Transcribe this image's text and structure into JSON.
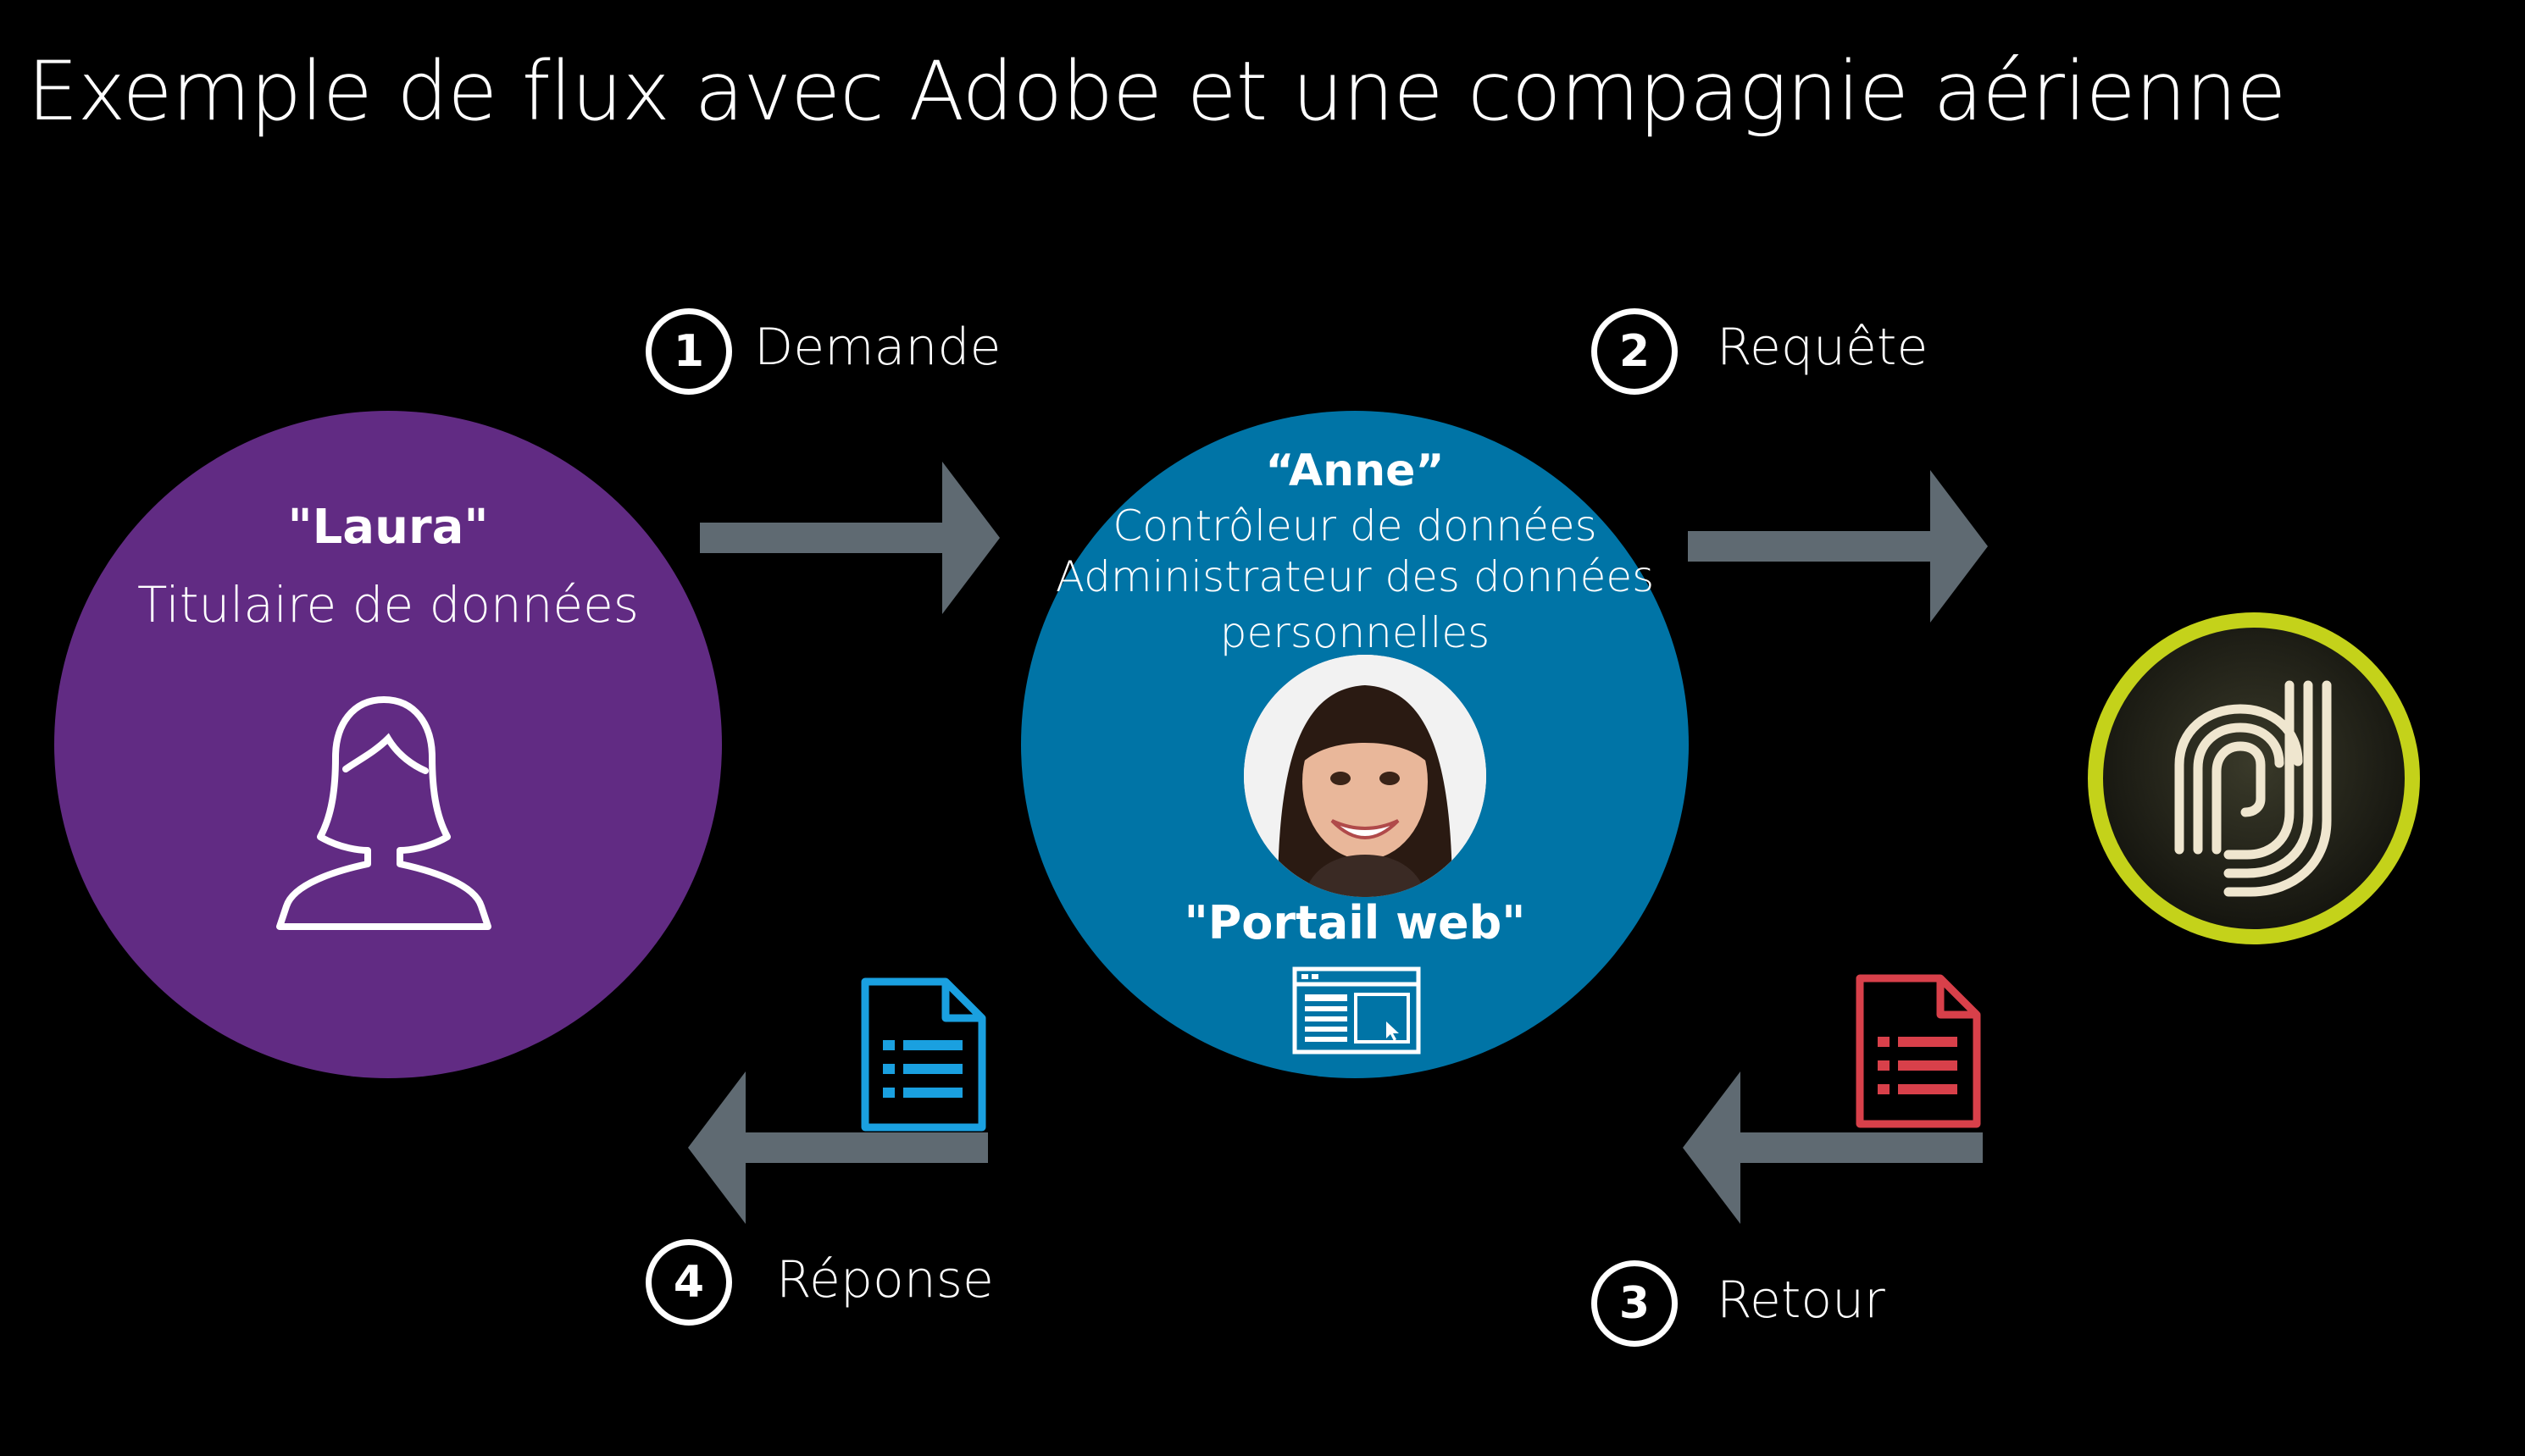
{
  "title": "Exemple de flux avec Adobe et une compagnie aérienne",
  "steps": [
    {
      "number": "1",
      "label": "Demande"
    },
    {
      "number": "2",
      "label": "Requête"
    },
    {
      "number": "3",
      "label": "Retour"
    },
    {
      "number": "4",
      "label": "Réponse"
    }
  ],
  "laura": {
    "name": "\"Laura\"",
    "role": "Titulaire de données"
  },
  "anne": {
    "name": "“Anne”",
    "role_line1": "Contrôleur de données",
    "role_line2": "Administrateur des données",
    "role_line3": "personnelles",
    "portal_label": "\"Portail web\""
  },
  "colors": {
    "laura_circle": "#612b83",
    "anne_circle": "#0074a6",
    "arrow": "#5f6a72",
    "doc_blue": "#1aa0e0",
    "doc_red": "#d8404a",
    "logo_ring": "#c4d21a"
  },
  "icons": [
    "user-icon",
    "web-portal-icon",
    "document-list-icon",
    "adobe-privacy-logo-icon"
  ]
}
